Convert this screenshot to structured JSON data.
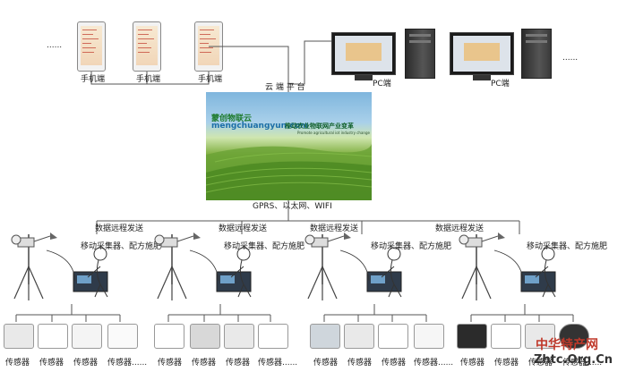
{
  "top": {
    "ellipsis_left": "......",
    "ellipsis_right": "......",
    "phones": [
      {
        "label": "手机端"
      },
      {
        "label": "手机端"
      },
      {
        "label": "手机端"
      }
    ],
    "pcs": [
      {
        "label": "PC端"
      },
      {
        "label": "PC端"
      }
    ],
    "cloud_label": "云 端 平 台"
  },
  "cloud_image": {
    "logo_text": "蒙创物联云",
    "site_text": "mengchuangyun.com",
    "slogan": "推动农业物联网产业变革",
    "subtitle": "Promote agricultural iot industry change"
  },
  "network_label": "GPRS、以太网、WIFI",
  "stations": [
    {
      "send_label": "数据远程发送",
      "device_label": "移动采集器、配方施肥"
    },
    {
      "send_label": "数据远程发送",
      "device_label": "移动采集器、配方施肥"
    },
    {
      "send_label": "数据远程发送",
      "device_label": "移动采集器、配方施肥"
    },
    {
      "send_label": "数据远程发送",
      "device_label": "移动采集器、配方施肥"
    }
  ],
  "sensors": [
    {
      "label": "传感器"
    },
    {
      "label": "传感器"
    },
    {
      "label": "传感器"
    },
    {
      "label": "传感器......"
    },
    {
      "label": "传感器"
    },
    {
      "label": "传感器"
    },
    {
      "label": "传感器"
    },
    {
      "label": "传感器......"
    },
    {
      "label": "传感器"
    },
    {
      "label": "传感器"
    },
    {
      "label": "传感器"
    },
    {
      "label": "传感器......"
    },
    {
      "label": "传感器"
    },
    {
      "label": "传感器"
    },
    {
      "label": "传感器"
    },
    {
      "label": "传感器......"
    }
  ],
  "watermark": {
    "line1": "中华特产网",
    "line2": "Zhtc.Org.Cn"
  }
}
